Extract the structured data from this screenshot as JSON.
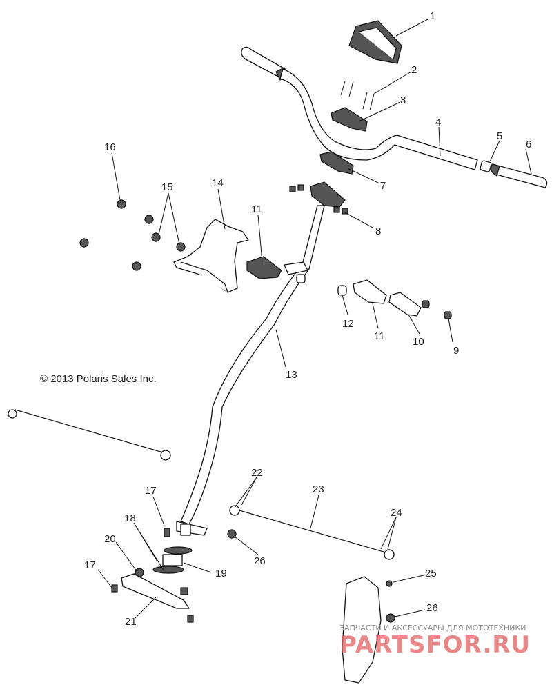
{
  "diagram": {
    "copyright": "© 2013 Polaris Sales Inc.",
    "callouts": [
      "1",
      "2",
      "3",
      "4",
      "5",
      "6",
      "7",
      "8",
      "9",
      "10",
      "11",
      "11",
      "12",
      "13",
      "14",
      "15",
      "16",
      "17",
      "17",
      "18",
      "19",
      "20",
      "21",
      "22",
      "23",
      "24",
      "25",
      "26",
      "26"
    ]
  },
  "watermark": {
    "tagline": "ЗАПЧАСТИ И АКСЕССУАРЫ ДЛЯ МОТОТЕХНИКИ",
    "brand": "PARTSFOR.RU"
  }
}
